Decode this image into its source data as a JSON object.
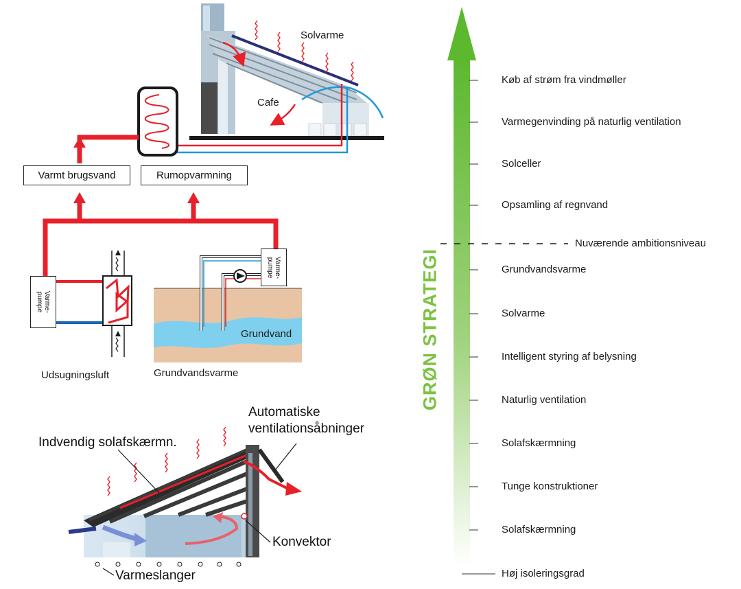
{
  "top_system": {
    "labels": {
      "solvarme": "Solvarme",
      "cafe": "Cafe",
      "varmt_brugsvand": "Varmt brugsvand",
      "rumopvarmning": "Rumopvarmning",
      "varmepumpe_left": "Varme-\npumpe",
      "varmepumpe_right": "Varme-\npumpe",
      "grundvand": "Grundvand",
      "udsugningsluft": "Udsugningsluft",
      "grundvandsvarme": "Grundvandsvarme"
    },
    "colors": {
      "hot": "#e8202a",
      "cold": "#1d9ad6",
      "ground": "#e8c4a4",
      "water": "#7fd0ee"
    }
  },
  "bottom_system": {
    "labels": {
      "automatiske": "Automatiske",
      "ventilationsaabninger": "ventilationsåbninger",
      "indvendig": "Indvendig solafskærmn.",
      "konvektor": "Konvektor",
      "varmeslanger": "Varmeslanger"
    }
  },
  "strategy": {
    "title": "GRØN STRATEGI",
    "arrow_color": "#6fbe44",
    "items": [
      "Køb af strøm fra vindmøller",
      "Varmegenvinding på naturlig ventilation",
      "Solceller",
      "Opsamling af regnvand",
      "Grundvandsvarme",
      "Solvarme",
      "Intelligent styring af belysning",
      "Naturlig ventilation",
      "Solafskærmning",
      "Tunge konstruktioner",
      "Solafskærmning",
      "Høj isoleringsgrad"
    ],
    "ambition_label": "Nuværende ambitionsniveau"
  }
}
